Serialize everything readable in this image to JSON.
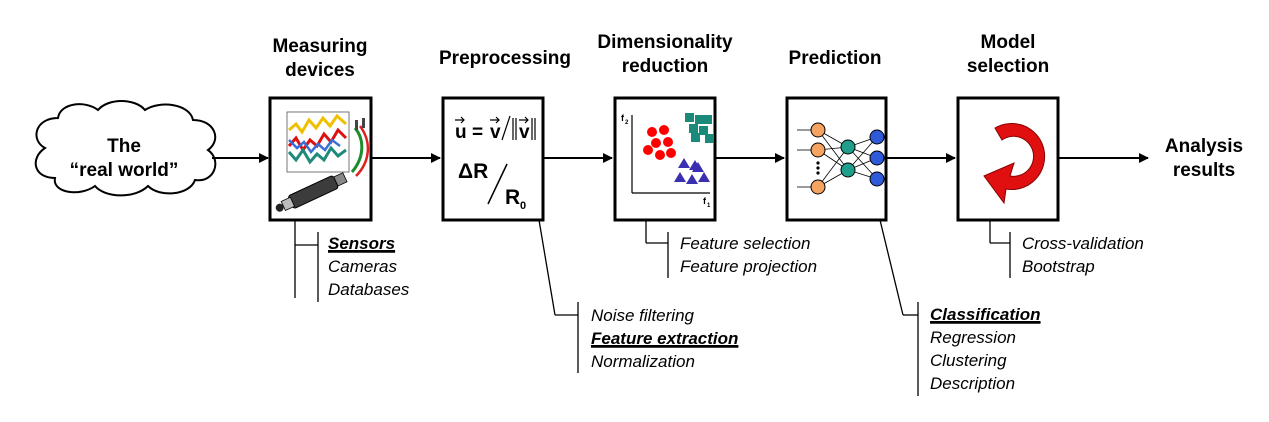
{
  "input": {
    "line1": "The",
    "line2": "“real world”"
  },
  "output": {
    "line1": "Analysis",
    "line2": "results"
  },
  "stages": [
    {
      "title1": "Measuring",
      "title2": "devices",
      "items": [
        "Sensors",
        "Cameras",
        "Databases"
      ],
      "emphasized_index": 0
    },
    {
      "title1": "Preprocessing",
      "title2": "",
      "items": [
        "Noise filtering",
        "Feature extraction",
        "Normalization"
      ],
      "emphasized_index": 1
    },
    {
      "title1": "Dimensionality",
      "title2": "reduction",
      "items": [
        "Feature selection",
        "Feature projection"
      ],
      "emphasized_index": -1
    },
    {
      "title1": "Prediction",
      "title2": "",
      "items": [
        "Classification",
        "Regression",
        "Clustering",
        "Description"
      ],
      "emphasized_index": 0
    },
    {
      "title1": "Model",
      "title2": "selection",
      "items": [
        "Cross-validation",
        "Bootstrap"
      ],
      "emphasized_index": -1
    }
  ],
  "formula": {
    "u": "u",
    "v": "v",
    "delta_r": "ΔR",
    "r0": "R",
    "r0_sub": "0"
  },
  "scatter_axes": {
    "y": "f",
    "y_sub": "2",
    "x": "f",
    "x_sub": "1"
  },
  "colors": {
    "cloud_fill": "#ffffff",
    "circles": "#ff0000",
    "squares": "#1a8a7a",
    "triangles": "#3a2fb0",
    "nn_input": "#f4a460",
    "nn_hidden": "#1f9e8c",
    "nn_output": "#2e59d9",
    "refresh_arrow": "#e01010"
  }
}
